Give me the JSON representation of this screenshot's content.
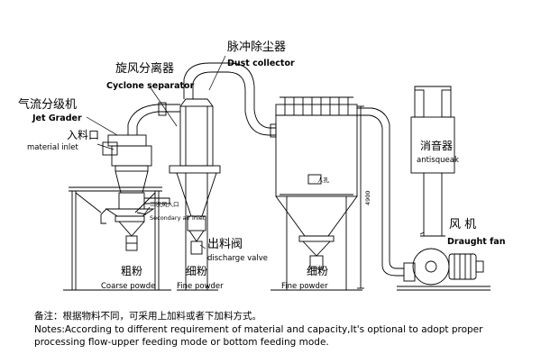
{
  "labels": {
    "dust_collector_cn": "脉冲除尘器",
    "dust_collector_en": "Dust collector",
    "cyclone_cn": "旋风分离器",
    "cyclone_en": "Cyclone separator",
    "jet_grader_cn": "气流分级机",
    "jet_grader_en": "Jet Grader",
    "material_inlet_cn": "入料口",
    "material_inlet_en": "material inlet",
    "secondary_air_cn": "二次风入口",
    "secondary_air_en": "Secondary air inlet",
    "discharge_valve_cn": "出料阀",
    "discharge_valve_en": "discharge valve",
    "coarse_cn": "粗粉",
    "coarse_en": "Coarse powde",
    "fine_cn_1": "细粉",
    "fine_en_1": "Fine powder",
    "fine_cn_2": "细粉",
    "fine_en_2": "Fine powder",
    "antisqueak_cn": "消音器",
    "antisqueak_en": "antisqueak",
    "fan_cn": "风 机",
    "fan_en": "Draught fan",
    "height_dim": "4900",
    "small_inlet": "人孔"
  },
  "notes": {
    "cn": "备注：根据物料不同，可采用上加料或者下加料方式。",
    "en_line1": "Notes:According to different requirement of material and capacity,It's optional to adopt proper",
    "en_line2": "processing flow-upper feeding mode or bottom feeding mode."
  }
}
